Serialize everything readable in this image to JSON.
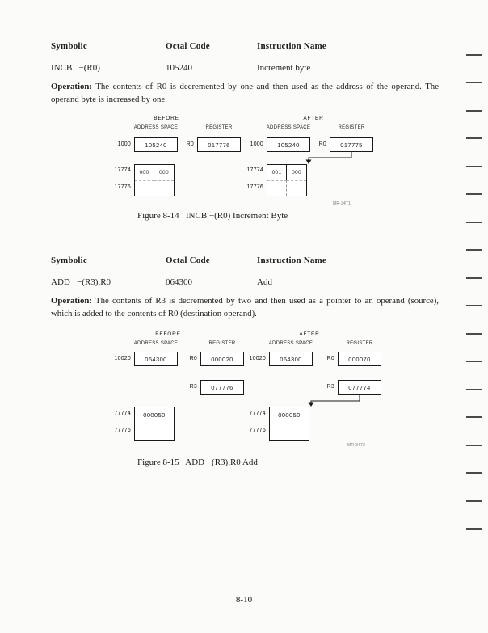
{
  "page_number": "8-10",
  "margin_marks": [
    67,
    101,
    136,
    170,
    205,
    239,
    274,
    308,
    343,
    377,
    412,
    446,
    481,
    515,
    550,
    584,
    619,
    653
  ],
  "section1": {
    "header_symbolic": "Symbolic",
    "header_octal": "Octal Code",
    "header_name": "Instruction Name",
    "symbolic": "INCB   −(R0)",
    "octal": "105240",
    "name": "Increment byte",
    "operation_label": "Operation:",
    "operation_text": "The contents of R0 is decremented by one and then used as the address of the operand. The operand byte is increased by one.",
    "figure": {
      "before_label": "BEFORE",
      "after_label": "AFTER",
      "address_space_label": "ADDRESS SPACE",
      "register_label": "REGISTER",
      "before": {
        "addr1": "1000",
        "val1": "105240",
        "reg": "R0",
        "regval": "017776",
        "addr2": "17774",
        "byte_hi": "000",
        "byte_lo": "000",
        "addr3": "17776"
      },
      "after": {
        "addr1": "1000",
        "val1": "105240",
        "reg": "R0",
        "regval": "017775",
        "addr2": "17774",
        "byte_hi": "001",
        "byte_lo": "000",
        "addr3": "17776"
      },
      "mr_code": "MR-3471",
      "caption": "Figure 8-14   INCB −(R0) Increment Byte"
    }
  },
  "section2": {
    "header_symbolic": "Symbolic",
    "header_octal": "Octal Code",
    "header_name": "Instruction Name",
    "symbolic": "ADD   −(R3),R0",
    "octal": "064300",
    "name": "Add",
    "operation_label": "Operation:",
    "operation_text": "The contents of R3 is decremented by two and then used as a pointer to an operand (source), which is added to the contents of R0 (destination operand).",
    "figure": {
      "before_label": "BEFORE",
      "after_label": "AFTER",
      "address_space_label": "ADDRESS SPACE",
      "register_label": "REGISTER",
      "before": {
        "addr1": "10020",
        "val1": "064300",
        "reg0": "R0",
        "reg0val": "000020",
        "reg3": "R3",
        "reg3val": "077776",
        "addr2": "77774",
        "memval": "000050",
        "addr3": "77776"
      },
      "after": {
        "addr1": "10020",
        "val1": "064300",
        "reg0": "R0",
        "reg0val": "000070",
        "reg3": "R3",
        "reg3val": "077774",
        "addr2": "77774",
        "memval": "000050",
        "addr3": "77776"
      },
      "mr_code": "MR-3472",
      "caption": "Figure 8-15   ADD −(R3),R0 Add"
    }
  }
}
